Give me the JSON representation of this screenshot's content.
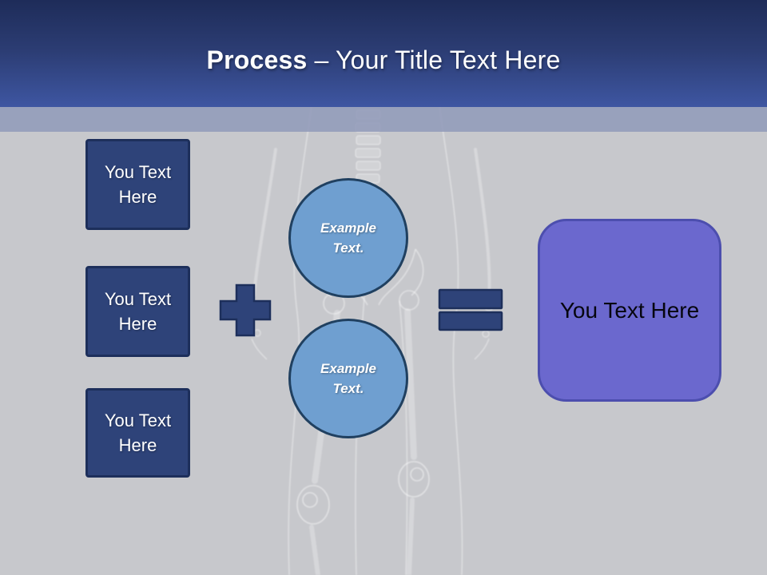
{
  "title": {
    "bold": "Process",
    "rest": "– Your Title Text Here"
  },
  "input_boxes": [
    {
      "label": "You Text Here"
    },
    {
      "label": "You Text Here"
    },
    {
      "label": "You Text Here"
    }
  ],
  "example_circles": [
    {
      "label": "Example Text."
    },
    {
      "label": "Example Text."
    }
  ],
  "operators": {
    "plus": "plus-sign",
    "equals": "equals-sign"
  },
  "result_box": {
    "label": "You Text Here"
  },
  "decor": {
    "background_image": "xray-skeleton-lower-body-watermark"
  },
  "colors": {
    "header_top": "#1e2c59",
    "header_bottom": "#3e56a2",
    "band": "#929bb9",
    "body_bg": "#c7c8cc",
    "box_fill": "#2e4379",
    "box_border": "#1d2f5b",
    "circle_fill": "#6f9fd0",
    "circle_border": "#204060",
    "operator_fill": "#2e4379",
    "operator_border": "#1d2f5b",
    "result_fill": "#6b68ce",
    "result_border": "#4c4eae",
    "result_text": "#06060f",
    "text_light": "#ffffff"
  }
}
